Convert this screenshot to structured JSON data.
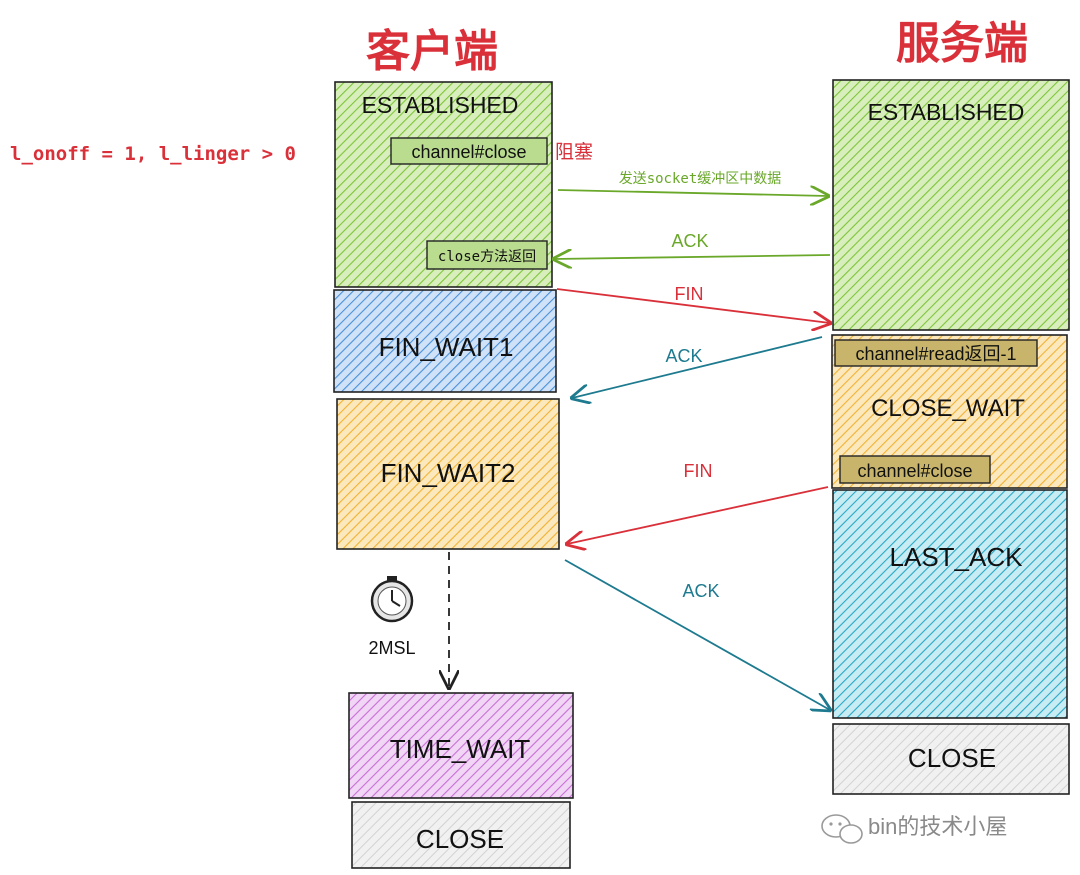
{
  "headings": {
    "client": "客户端",
    "server": "服务端"
  },
  "condition": "l_onoff = 1, l_linger > 0",
  "client": {
    "established": "ESTABLISHED",
    "channel_close": "channel#close",
    "blocking": "阻塞",
    "close_returns": "close方法返回",
    "fin_wait1": "FIN_WAIT1",
    "fin_wait2": "FIN_WAIT2",
    "timer_label": "2MSL",
    "time_wait": "TIME_WAIT",
    "close": "CLOSE"
  },
  "server": {
    "established": "ESTABLISHED",
    "read_returns": "channel#read返回-1",
    "close_wait": "CLOSE_WAIT",
    "channel_close": "channel#close",
    "last_ack": "LAST_ACK",
    "close": "CLOSE"
  },
  "arrows": {
    "send_buffer": "发送socket缓冲区中数据",
    "ack1": "ACK",
    "fin1": "FIN",
    "ack2": "ACK",
    "fin2": "FIN",
    "ack3": "ACK"
  },
  "watermark": "bin的技术小屋",
  "colors": {
    "green": "#7fc43a",
    "blue": "#4a90d9",
    "orange": "#f2b233",
    "purple": "#c86fd6",
    "gray": "#cfcfcf",
    "teal": "#2aa8c4",
    "red_text": "#d9303a",
    "arrow_green": "#6aa82a",
    "arrow_red": "#d9303a",
    "arrow_teal": "#1d7a8f"
  }
}
